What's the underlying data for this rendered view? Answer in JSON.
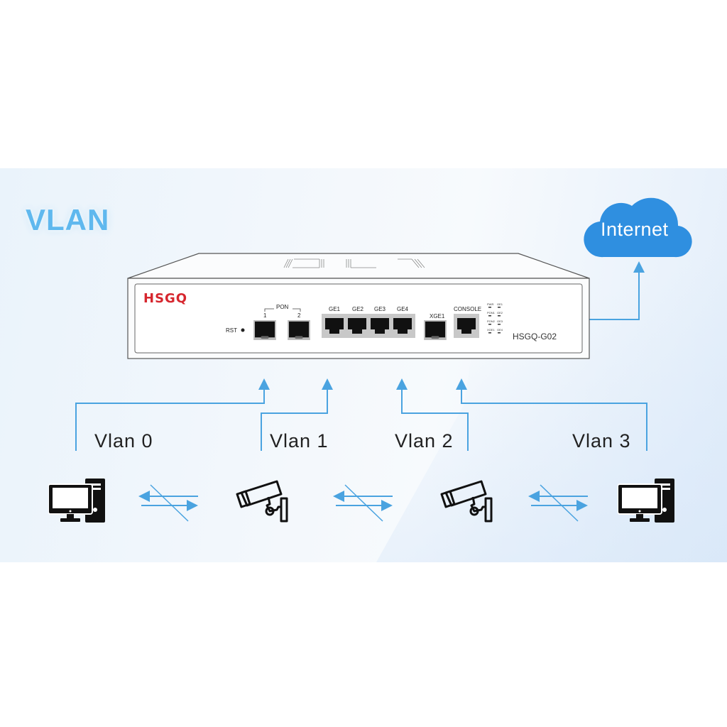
{
  "title": "VLAN",
  "cloud": {
    "label": "Internet"
  },
  "device": {
    "brand": "HSGQ",
    "model": "HSGQ-G02",
    "rst_label": "RST",
    "pon_group_label": "PON",
    "pon_ports": [
      "1",
      "2"
    ],
    "ge_ports": [
      "GE1",
      "GE2",
      "GE3",
      "GE4"
    ],
    "xge_port": "XGE1",
    "console_port": "CONSOLE",
    "leds_left": [
      "PWR",
      "PON1",
      "PON2",
      "XGE1"
    ],
    "leds_right": [
      "GE1",
      "GE2",
      "GE3",
      "GE4"
    ]
  },
  "vlans": [
    "Vlan 0",
    "Vlan 1",
    "Vlan 2",
    "Vlan 3"
  ],
  "colors": {
    "accent": "#4aa3e0",
    "cloud": "#2f8fe0",
    "brand": "#d6262e"
  }
}
